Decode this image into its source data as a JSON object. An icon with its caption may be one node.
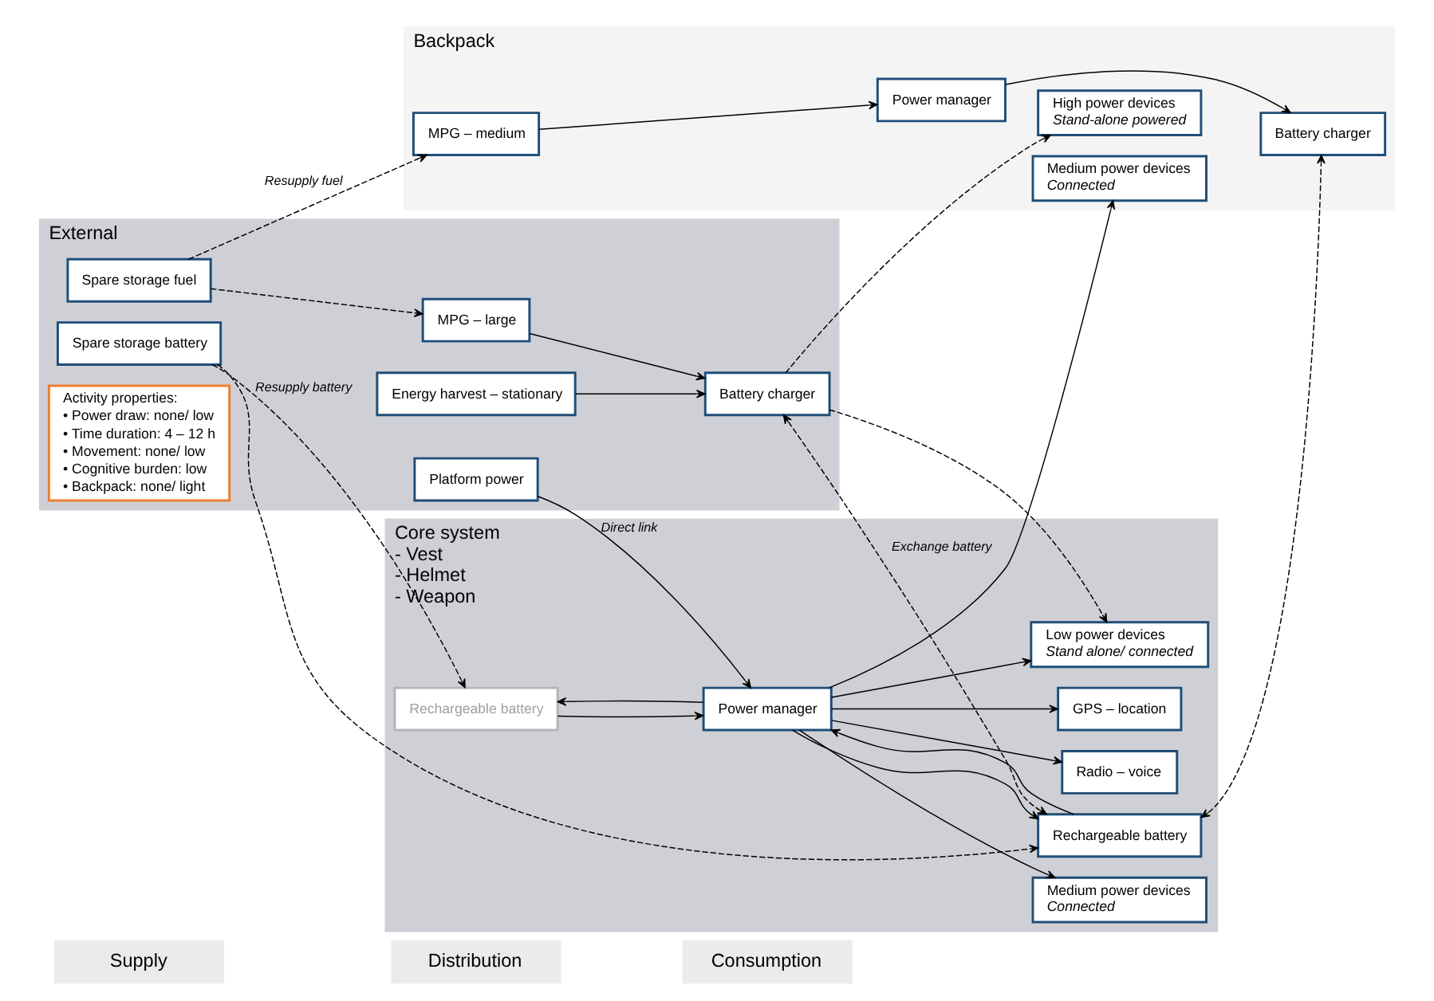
{
  "diagram": {
    "nodes": [
      {
        "text": [
          "Supply"
        ]
      },
      {
        "text": [
          "Distribution"
        ]
      },
      {
        "text": [
          "Consumption"
        ]
      },
      {
        "text": [
          "Core system",
          "- Vest",
          "- Helmet",
          "- Weapon"
        ]
      },
      {
        "text": [
          "Rechargeable battery"
        ],
        "in": 3
      },
      {
        "text": [
          "Power manager"
        ],
        "in": 3
      },
      {
        "text": [
          "Rechargeable battery"
        ],
        "in": 3
      },
      {
        "text": [
          "Radio – voice"
        ],
        "in": 3
      },
      {
        "text": [
          "GPS – location"
        ],
        "in": 3
      },
      {
        "text": [
          "Low power devices",
          "Stand alone/ connected"
        ],
        "in": 3
      },
      {
        "text": [
          "Medium power devices",
          "Connected"
        ],
        "in": 3
      },
      {
        "text": [
          "Backpack"
        ]
      },
      {
        "text": [
          "Battery charger"
        ],
        "in": 11
      },
      {
        "text": [
          "MPG – medium"
        ],
        "in": 11
      },
      {
        "text": [
          "Power manager"
        ],
        "in": 11
      },
      {
        "text": [
          "Medium power devices",
          "Connected"
        ],
        "in": 11
      },
      {
        "text": [
          "High power devices",
          "Stand-alone powered"
        ],
        "in": 11
      },
      {
        "text": [
          "External"
        ]
      },
      {
        "text": [
          "Spare storage battery"
        ],
        "in": 17
      },
      {
        "text": [
          "Spare storage fuel"
        ],
        "in": 17
      },
      {
        "text": [
          "Platform power"
        ],
        "in": 17
      },
      {
        "text": [
          "Energy harvest – stationary"
        ],
        "in": 17
      },
      {
        "text": [
          "MPG – large"
        ],
        "in": 17
      },
      {
        "text": [
          "Battery charger"
        ],
        "in": 17
      },
      {
        "text": [
          "Activity properties:",
          "• Power draw: none/ low",
          "• Time duration: 4 – 12 h",
          "• Movement: none/ low",
          "• Cognitive burden: low",
          "• Backpack: none/ light"
        ],
        "in": 17
      }
    ],
    "edges": [
      {
        "from": 18,
        "to": 4,
        "arrow": "to",
        "style": "dashed",
        "label": "Resupply battery"
      },
      {
        "from": 18,
        "to": 6,
        "arrow": "to",
        "style": "dashed"
      },
      {
        "from": 19,
        "to": 22,
        "arrow": "to",
        "style": "dashed"
      },
      {
        "from": 19,
        "to": 13,
        "arrow": "to",
        "style": "dashed",
        "label": "Resupply fuel"
      },
      {
        "from": 13,
        "to": 14,
        "arrow": "to"
      },
      {
        "from": 20,
        "to": 5,
        "arrow": "to",
        "label": "Direct link"
      },
      {
        "from": 21,
        "to": 23,
        "arrow": "to"
      },
      {
        "from": 22,
        "to": 23,
        "arrow": "to"
      },
      {
        "from": 5,
        "to": 4,
        "arrow": "to"
      },
      {
        "from": 4,
        "to": 5,
        "arrow": "to"
      },
      {
        "from": 5,
        "to": 6,
        "arrow": "to"
      },
      {
        "from": 6,
        "to": 5,
        "arrow": "to"
      },
      {
        "from": 5,
        "to": 7,
        "arrow": "to"
      },
      {
        "from": 5,
        "to": 8,
        "arrow": "to"
      },
      {
        "from": 5,
        "to": 9,
        "arrow": "to"
      },
      {
        "from": 5,
        "to": 10,
        "arrow": "to"
      },
      {
        "from": 5,
        "to": 15,
        "arrow": "to"
      },
      {
        "from": 6,
        "to": 12,
        "arrow": "both",
        "style": "dashed"
      },
      {
        "from": 14,
        "to": 12,
        "arrow": "to"
      },
      {
        "from": 23,
        "to": 6,
        "arrow": "both",
        "style": "dashed",
        "label": "Exchange battery"
      },
      {
        "from": 23,
        "to": 16,
        "arrow": "to",
        "style": "dashed"
      },
      {
        "from": 23,
        "to": 9,
        "arrow": "to",
        "style": "dashed"
      }
    ]
  }
}
